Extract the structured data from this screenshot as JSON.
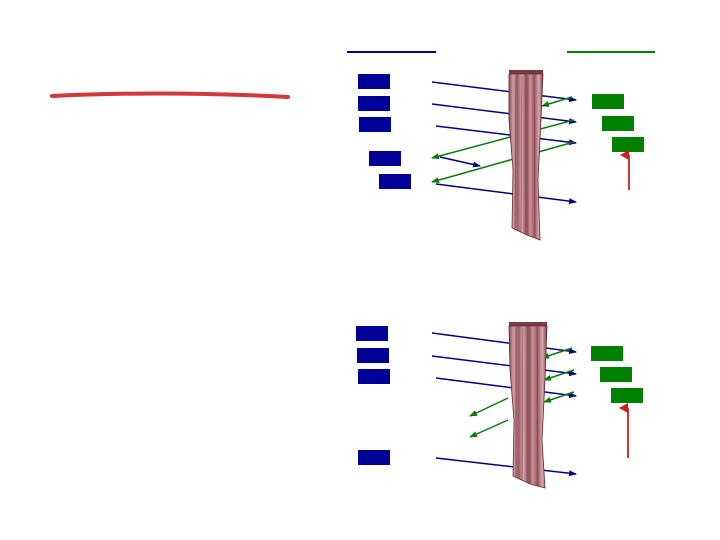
{
  "colors": {
    "background": "#ffffff",
    "sender_box": "#000099",
    "sender_line": "#000080",
    "receiver_box": "#008000",
    "receiver_line": "#008000",
    "ack_arrow": "#0a7a0a",
    "data_arrow": "#000080",
    "title_stroke": "#cc2222",
    "pointer_arrow": "#cc2020",
    "curtain_dark": "#8a4a52",
    "curtain_mid": "#b07078",
    "curtain_light": "#d8a8b0"
  },
  "icons": {
    "title_line": "red-brush-stroke",
    "curtain": "curtain-icon",
    "pointer": "up-arrow-icon"
  },
  "diagrams": [
    {
      "name": "top",
      "sender_packets": 5,
      "receiver_packets": 3,
      "data_arrows": 5,
      "ack_arrows": 3
    },
    {
      "name": "bottom",
      "sender_packets": 4,
      "receiver_packets": 3,
      "data_arrows": 4,
      "ack_arrows": 5
    }
  ]
}
